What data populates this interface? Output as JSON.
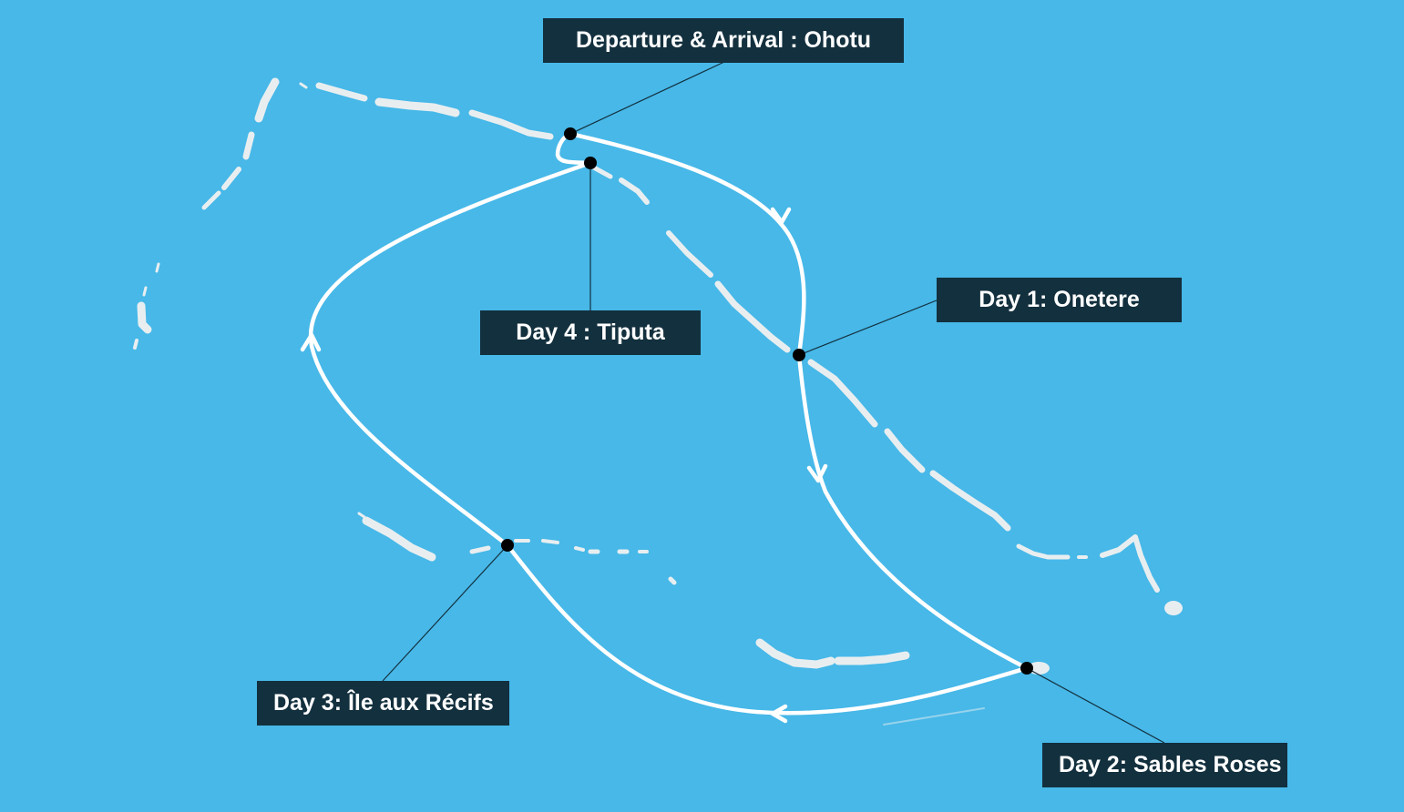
{
  "map": {
    "colors": {
      "water": "#47b8e8",
      "reef": "#e8eef0",
      "route": "#ffffff",
      "label_background": "#13303e",
      "label_text": "#ffffff",
      "marker": "#000000"
    },
    "stops": [
      {
        "id": "ohotu",
        "label": "Departure & Arrival : Ohotu"
      },
      {
        "id": "onetere",
        "label": "Day 1: Onetere"
      },
      {
        "id": "sables",
        "label": "Day 2: Sables Roses"
      },
      {
        "id": "recifs",
        "label": "Day 3: Île aux Récifs"
      },
      {
        "id": "tiputa",
        "label": "Day 4 : Tiputa"
      }
    ]
  }
}
